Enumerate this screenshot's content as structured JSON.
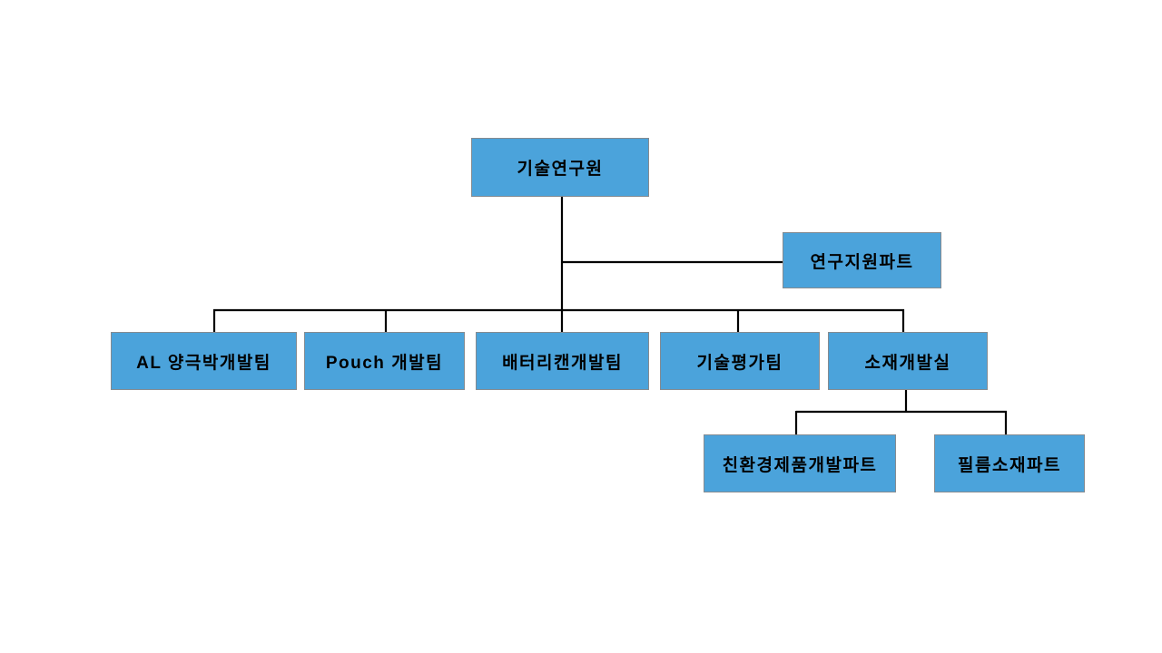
{
  "diagram": {
    "type": "org-chart",
    "colors": {
      "box_fill": "#4BA3DB",
      "box_border": "#848B91",
      "line": "#000000",
      "text": "#000000",
      "background": "#FFFFFF"
    },
    "nodes": {
      "root": {
        "label": "기술연구원"
      },
      "support": {
        "label": "연구지원파트"
      },
      "teams": [
        {
          "label": "AL 양극박개발팀"
        },
        {
          "label": "Pouch 개발팀"
        },
        {
          "label": "배터리캔개발팀"
        },
        {
          "label": "기술평가팀"
        },
        {
          "label": "소재개발실"
        }
      ],
      "material_parts": [
        {
          "label": "친환경제품개발파트"
        },
        {
          "label": "필름소재파트"
        }
      ]
    }
  }
}
